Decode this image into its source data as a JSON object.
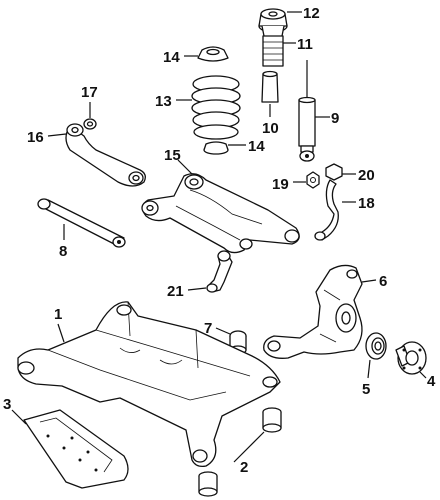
{
  "callouts": {
    "c1": "1",
    "c2": "2",
    "c3": "3",
    "c4": "4",
    "c5": "5",
    "c6": "6",
    "c7": "7",
    "c8": "8",
    "c9": "9",
    "c10": "10",
    "c11": "11",
    "c12": "12",
    "c13": "13",
    "c14a": "14",
    "c14b": "14",
    "c15": "15",
    "c16": "16",
    "c17": "17",
    "c18": "18",
    "c19": "19",
    "c20": "20",
    "c21": "21"
  }
}
